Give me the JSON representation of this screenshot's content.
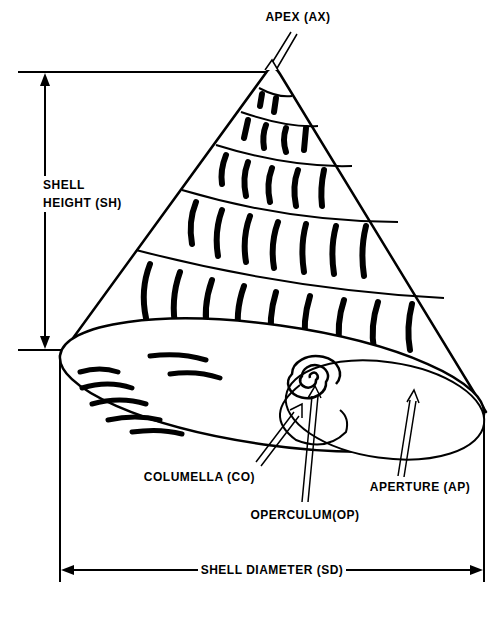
{
  "diagram": {
    "labels": [
      "APEX (AX)",
      "SHELL HEIGHT (SH)",
      "COLUMELLA (CO)",
      "OPERCULUM(OP)",
      "APERTURE (AP)",
      "SHELL DIAMETER (SD)"
    ]
  }
}
